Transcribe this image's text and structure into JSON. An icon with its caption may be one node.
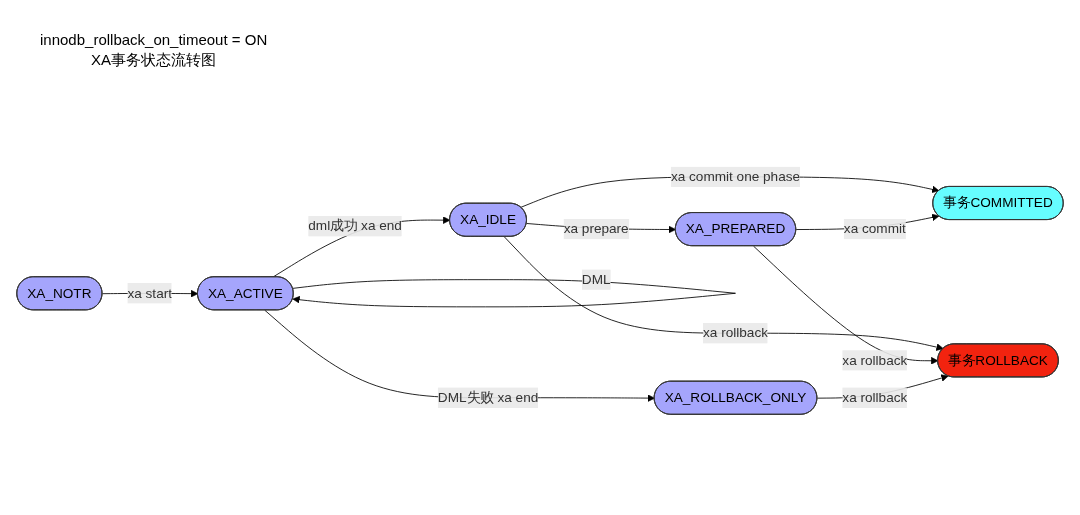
{
  "diagram": {
    "title": "XA事务状态流转图",
    "nodes": [
      {
        "text": [
          "XA_NOTR"
        ]
      },
      {
        "text": [
          "XA_ACTIVE"
        ]
      },
      {
        "text": [
          "XA_IDLE"
        ]
      },
      {
        "text": [
          "XA_PREPARED"
        ]
      },
      {
        "text": [
          "事务COMMITTED"
        ]
      },
      {
        "text": [
          "XA_ROLLBACK_ONLY"
        ]
      },
      {
        "text": [
          "事务ROLLBACK"
        ]
      }
    ],
    "edges": [
      {
        "from": 0,
        "to": 1,
        "arrow": "to",
        "label": "xa start"
      },
      {
        "from": 1,
        "to": 1,
        "arrow": "to",
        "label": "DML"
      },
      {
        "from": 1,
        "to": 2,
        "arrow": "to",
        "label": "dml成功 xa end"
      },
      {
        "from": 1,
        "to": 5,
        "arrow": "to",
        "label": "DML失败 xa end"
      },
      {
        "from": 2,
        "to": 4,
        "arrow": "to",
        "label": "xa commit one phase"
      },
      {
        "from": 2,
        "to": 3,
        "arrow": "to",
        "label": "xa prepare"
      },
      {
        "from": 3,
        "to": 4,
        "arrow": "to",
        "label": "xa commit"
      },
      {
        "from": 2,
        "to": 6,
        "arrow": "to",
        "label": "xa rollback"
      },
      {
        "from": 3,
        "to": 6,
        "arrow": "to",
        "label": "xa rollback"
      },
      {
        "from": 5,
        "to": 6,
        "arrow": "to",
        "label": "xa rollback"
      }
    ],
    "labels": [
      "innodb_rollback_on_timeout = ON"
    ]
  }
}
